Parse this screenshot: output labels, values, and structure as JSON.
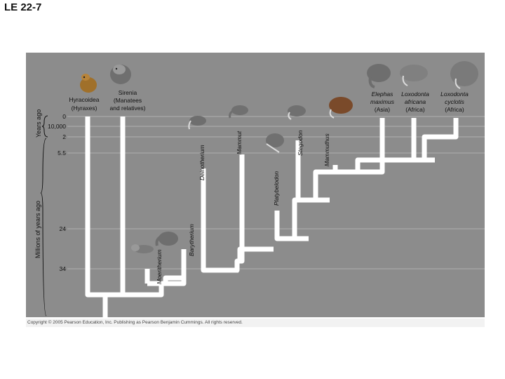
{
  "title": "LE 22-7",
  "axes": {
    "years_ago_label": "Years ago",
    "millions_label": "Millions of years ago",
    "ticks": [
      "0",
      "10,000",
      "2",
      "5.5",
      "24",
      "34"
    ]
  },
  "taxa": {
    "hyracoidea": [
      "Hyracoidea",
      "(Hyraxes)"
    ],
    "sirenia": [
      "Sirenia",
      "(Manatees",
      "and relatives)"
    ],
    "moeritherium": "Moeritherium",
    "barytherium": "Barytherium",
    "deinotherium": "Deinotherium",
    "mammut": "Mammut",
    "platybelodon": "Platybelodon",
    "stegodon": "Stegodon",
    "mammuthus": "Mammuthus",
    "elephas": [
      "Elephas",
      "maximus",
      "(Asia)"
    ],
    "loxodonta_africana": [
      "Loxodonta",
      "africana",
      "(Africa)"
    ],
    "loxodonta_cyclotis": [
      "Loxodonta",
      "cyclotis",
      "(Africa)"
    ]
  },
  "copyright": "Copyright © 2005 Pearson Education, Inc. Publishing as Pearson Benjamin Cummings. All rights reserved.",
  "colors": {
    "panel": "#8c8c8c",
    "branch": "#ffffff",
    "mammoth": "#7a4a2a"
  }
}
